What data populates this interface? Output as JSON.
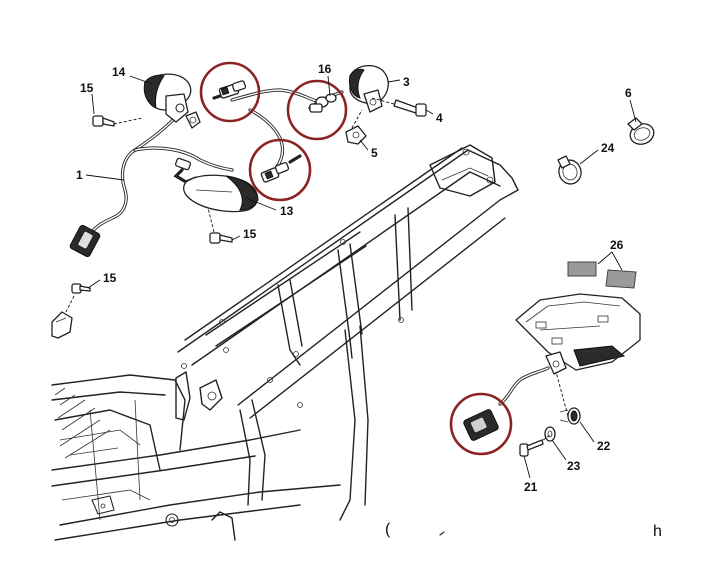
{
  "diagram": {
    "callouts": [
      "14",
      "15",
      "16",
      "3",
      "4",
      "5",
      "6",
      "24",
      "1",
      "13",
      "15",
      "15",
      "26",
      "22",
      "23",
      "21"
    ],
    "stray_marks": [
      "(",
      "h"
    ]
  }
}
